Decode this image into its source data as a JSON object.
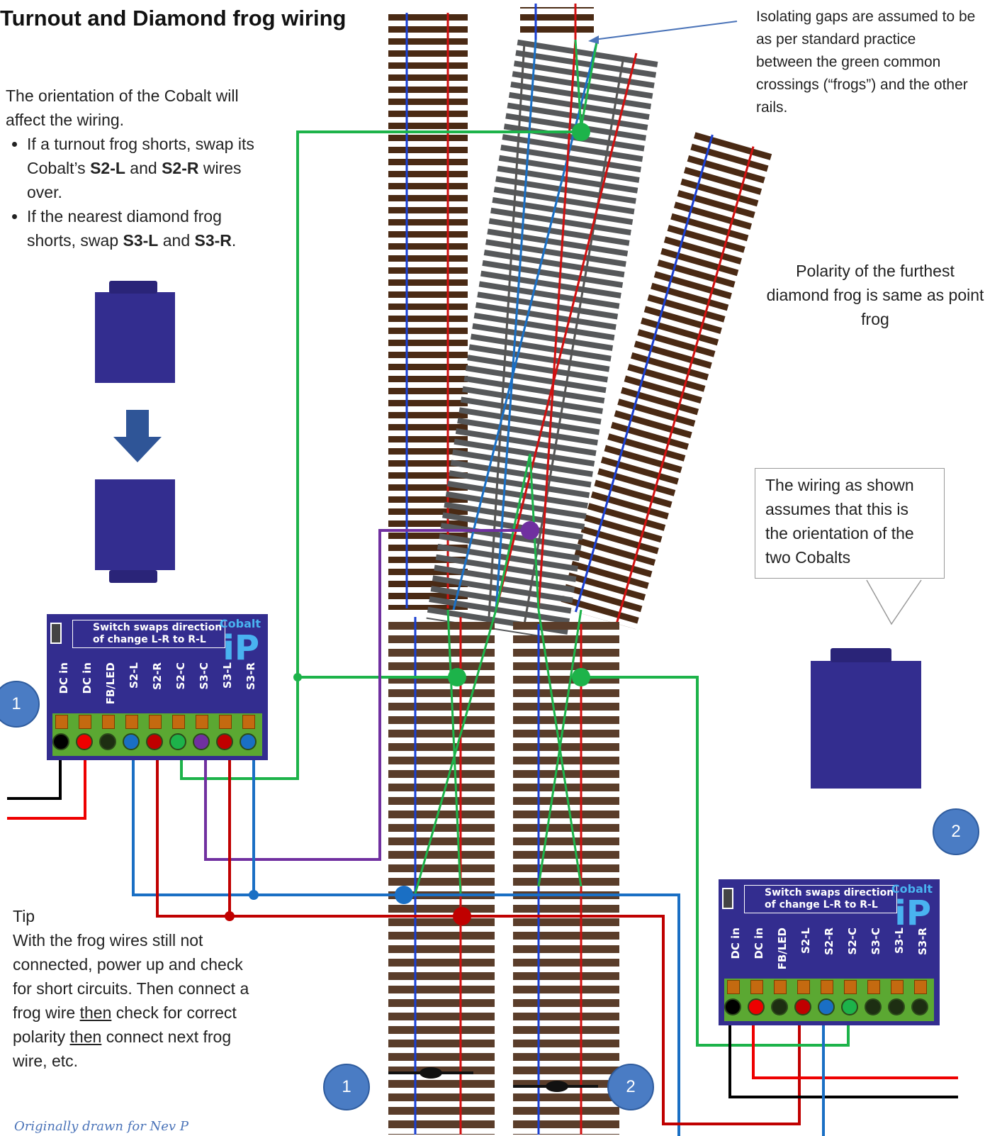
{
  "title": "Turnout and Diamond frog wiring",
  "intro": {
    "lead": "The orientation of the Cobalt will affect the wiring.",
    "bullet1": [
      "If a turnout frog shorts, swap its Cobalt’s ",
      "S2-L",
      " and ",
      "S2-R",
      " wires over."
    ],
    "bullet2": [
      " If the nearest diamond frog shorts, swap ",
      "S3-L",
      " and ",
      "S3-R",
      "."
    ]
  },
  "gap_note": "Isolating gaps are assumed to be as per standard practice between the green common crossings (“frogs”) and the other rails.",
  "polarity_note": "Polarity of the furthest diamond frog is same as point frog",
  "callout": "The wiring as shown assumes that this is the orientation of the two Cobalts",
  "tip": {
    "heading": "Tip",
    "l1": "With the frog wires still not connected, power up and check for short circuits. Then connect a frog wire ",
    "then1": "then",
    "l2": " check for correct polarity ",
    "then2": "then",
    "l3": " connect next frog wire, etc."
  },
  "credit": "Originally drawn for Nev P",
  "badges": {
    "b1": "1",
    "b2": "2",
    "b3": "1",
    "b4": "2"
  },
  "cobalt": {
    "switch_label_1": "Switch swaps direction",
    "switch_label_2": "of change L-R to R-L",
    "logo_top": "Cobalt",
    "logo_big": "iP",
    "terminals": [
      "DC in",
      "DC in",
      "FB/LED",
      "S2-L",
      "S2-R",
      "S2-C",
      "S3-C",
      "S3-L",
      "S3-R"
    ]
  },
  "colors": {
    "wire_blue": "#1a6fc4",
    "wire_red": "#c00000",
    "wire_green": "#1db34a",
    "wire_purple": "#7030a0",
    "wire_black": "#000000",
    "board": "#332d8f",
    "sleeper": "#4a2a14"
  }
}
